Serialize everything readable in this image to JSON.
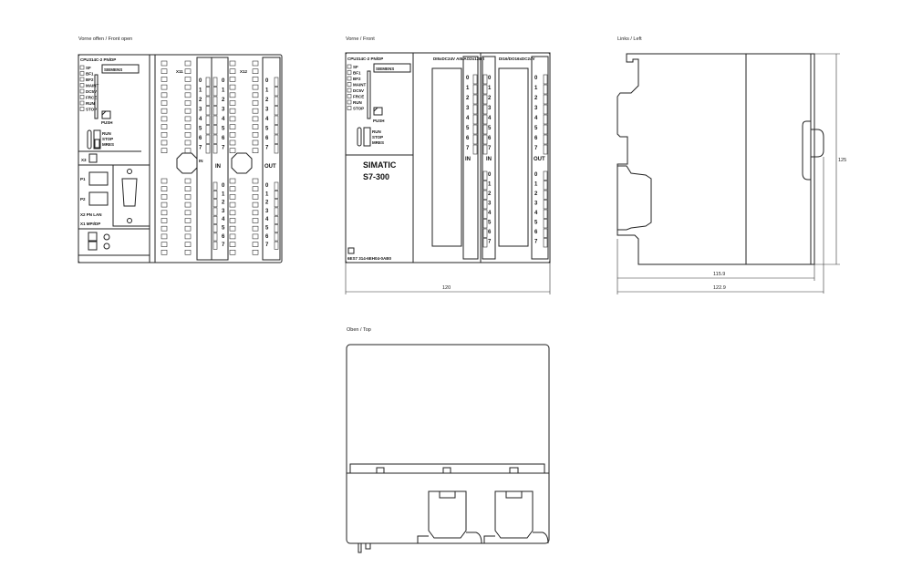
{
  "views": {
    "front_open": {
      "title": "Vorne offen / Front open",
      "cpu_name": "CPU314C-2 PN/DP",
      "brand": "SIEMENS",
      "leds": [
        "SF",
        "BF1",
        "BF2",
        "MAINT",
        "DC5V",
        "FRCE",
        "RUN",
        "STOP"
      ],
      "push": "PUSH",
      "mode_switch": [
        "RUN",
        "STOP",
        "MRES"
      ],
      "x3": "X3",
      "x2": "X2 PN LAN",
      "x1": "X1 MPI/DP",
      "p1": "P1",
      "p2": "P2",
      "x11": "X11",
      "x12": "X12",
      "in_label": "IN",
      "out_label": "OUT"
    },
    "front": {
      "title": "Vorne / Front",
      "cpu_name": "CPU314C-2 PN/DP",
      "brand": "SIEMENS",
      "leds": [
        "SF",
        "BF1",
        "BF2",
        "MAINT",
        "DC5V",
        "FRCE",
        "RUN",
        "STOP"
      ],
      "push": "PUSH",
      "mode_switch": [
        "RUN",
        "STOP",
        "MRES"
      ],
      "simatic": "SIMATIC",
      "series": "S7-300",
      "module1_label": "DI5xDC24V AI5/AO2x12Bit",
      "module2_label": "DI16/DO16xDC24V",
      "order_number": "6ES7 314-6EH04-0AB0",
      "in_label": "IN",
      "out_label": "OUT",
      "width_dim": "120"
    },
    "left": {
      "title": "Links / Left",
      "height_dim": "125",
      "depth_dim_1": "115.9",
      "depth_dim_2": "122.9"
    },
    "top": {
      "title": "Oben / Top"
    }
  },
  "channel_numbers": [
    "0",
    "1",
    "2",
    "3",
    "4",
    "5",
    "6",
    "7"
  ]
}
